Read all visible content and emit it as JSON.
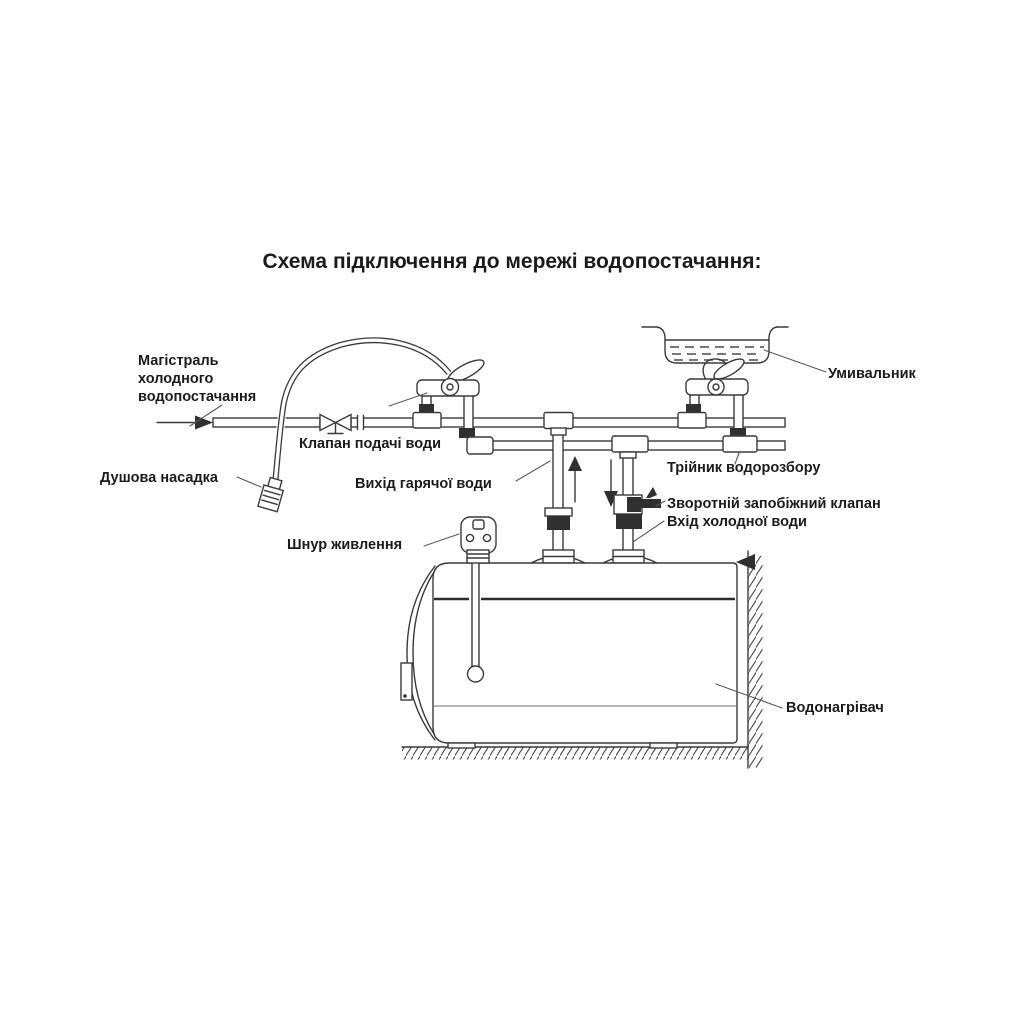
{
  "title": "Схема підключення до мережі водопостачання:",
  "diagram": {
    "labels": {
      "cold_supply_main": {
        "line1": "Магістраль",
        "line2": "холодного",
        "line3": "водопостачання"
      },
      "supply_valve": "Клапан подачі води",
      "shower_head": "Душова насадка",
      "hot_water_outlet": "Вихід гарячої води",
      "distribution_tee": "Трійник водорозбору",
      "check_safety_valve": "Зворотній запобіжний клапан",
      "cold_water_inlet": "Вхід холодної води",
      "power_cord": "Шнур живлення",
      "washbasin": "Умивальник",
      "water_heater": "Водонагрівач"
    },
    "icons": {
      "flow_in": "right-arrow-icon",
      "hot_flow": "up-arrow-icon",
      "cold_flow": "down-arrow-icon"
    },
    "colors": {
      "line": "#3a3a3a",
      "text": "#1b1b1b",
      "background": "#ffffff"
    }
  }
}
